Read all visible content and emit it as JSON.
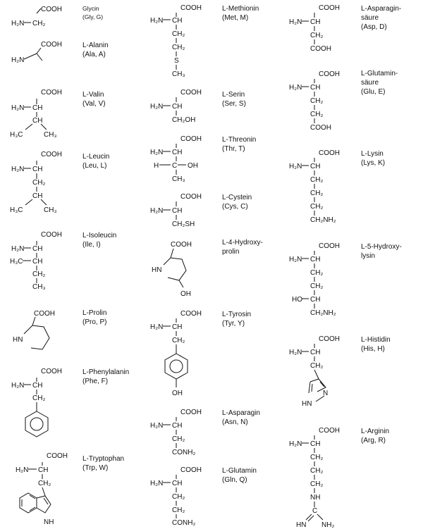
{
  "amino_acids": [
    {
      "id": "gly",
      "name_lines": [
        "Glycin"
      ],
      "abbrev": "(Gly, G)"
    },
    {
      "id": "ala",
      "name_lines": [
        "L-Alanin"
      ],
      "abbrev": "(Ala, A)"
    },
    {
      "id": "val",
      "name_lines": [
        "L-Valin"
      ],
      "abbrev": "(Val, V)"
    },
    {
      "id": "leu",
      "name_lines": [
        "L-Leucin"
      ],
      "abbrev": "(Leu, L)"
    },
    {
      "id": "ile",
      "name_lines": [
        "L-Isoleucin"
      ],
      "abbrev": "(Ile, I)"
    },
    {
      "id": "pro",
      "name_lines": [
        "L-Prolin"
      ],
      "abbrev": "(Pro, P)"
    },
    {
      "id": "phe",
      "name_lines": [
        "L-Phenylalanin"
      ],
      "abbrev": "(Phe, F)"
    },
    {
      "id": "trp",
      "name_lines": [
        "L-Tryptophan"
      ],
      "abbrev": "(Trp, W)"
    },
    {
      "id": "met",
      "name_lines": [
        "L-Methionin"
      ],
      "abbrev": "(Met, M)"
    },
    {
      "id": "ser",
      "name_lines": [
        "L-Serin"
      ],
      "abbrev": "(Ser, S)"
    },
    {
      "id": "thr",
      "name_lines": [
        "L-Threonin"
      ],
      "abbrev": "(Thr, T)"
    },
    {
      "id": "cys",
      "name_lines": [
        "L-Cystein"
      ],
      "abbrev": "(Cys, C)"
    },
    {
      "id": "hyp",
      "name_lines": [
        "L-4-Hydroxy-",
        "prolin"
      ],
      "abbrev": ""
    },
    {
      "id": "tyr",
      "name_lines": [
        "L-Tyrosin"
      ],
      "abbrev": "(Tyr, Y)"
    },
    {
      "id": "asn",
      "name_lines": [
        "L-Asparagin"
      ],
      "abbrev": "(Asn, N)"
    },
    {
      "id": "gln",
      "name_lines": [
        "L-Glutamin"
      ],
      "abbrev": "(Gln, Q)"
    },
    {
      "id": "asp",
      "name_lines": [
        "L-Asparagin-",
        "säure"
      ],
      "abbrev": "(Asp, D)"
    },
    {
      "id": "glu",
      "name_lines": [
        "L-Glutamin-",
        "säure"
      ],
      "abbrev": "(Glu, E)"
    },
    {
      "id": "lys",
      "name_lines": [
        "L-Lysin"
      ],
      "abbrev": "(Lys, K)"
    },
    {
      "id": "hyl",
      "name_lines": [
        "L-5-Hydroxy-",
        "lysin"
      ],
      "abbrev": ""
    },
    {
      "id": "his",
      "name_lines": [
        "L-Histidin"
      ],
      "abbrev": "(His, H)"
    },
    {
      "id": "arg",
      "name_lines": [
        "L-Arginin"
      ],
      "abbrev": "(Arg, R)"
    }
  ],
  "atoms": {
    "cooh": "COOH",
    "h2n": "H₂N",
    "ch": "CH",
    "ch2": "CH₂",
    "ch3": "CH₃",
    "h3c": "H₃C",
    "ch2oh": "CH₂OH",
    "ch2sh": "CH₂SH",
    "ch2nh2": "CH₂NH₂",
    "conh2": "CONH₂",
    "oh": "OH",
    "ho": "HO",
    "hn": "HN",
    "nh": "NH",
    "n": "N",
    "s": "S",
    "c": "C",
    "hn_eq": "HN",
    "nh2": "NH₂",
    "h2c_gly": "CH₂"
  }
}
